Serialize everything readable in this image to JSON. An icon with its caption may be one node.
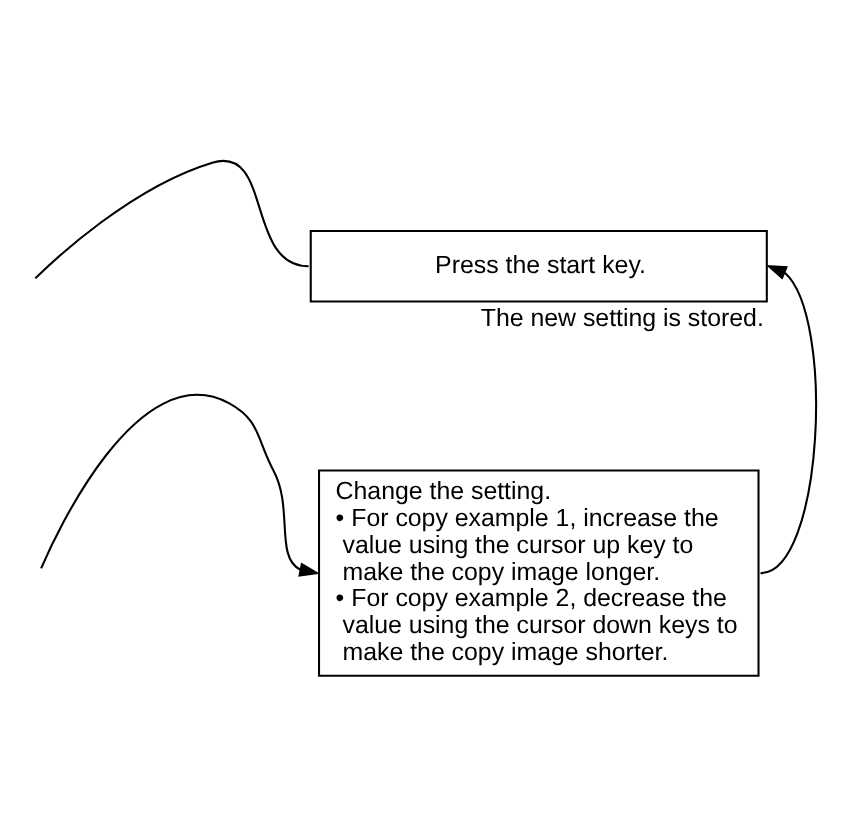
{
  "diagram": {
    "nodes": [
      {
        "text": [
          "Press the start key."
        ],
        "beside": [
          "The new setting is stored."
        ]
      },
      {
        "text": [
          "Change the setting.",
          "• For copy example 1, increase the value using the cursor up key to make the copy image longer.",
          "• For copy example 2, decrease the value using the cursor down keys to make the copy image shorter."
        ]
      }
    ],
    "edges": [
      {
        "from": 0,
        "to": null,
        "arrow": "none"
      },
      {
        "from": null,
        "to": 1,
        "arrow": "to"
      },
      {
        "from": 1,
        "to": 0,
        "arrow": "to"
      }
    ]
  }
}
